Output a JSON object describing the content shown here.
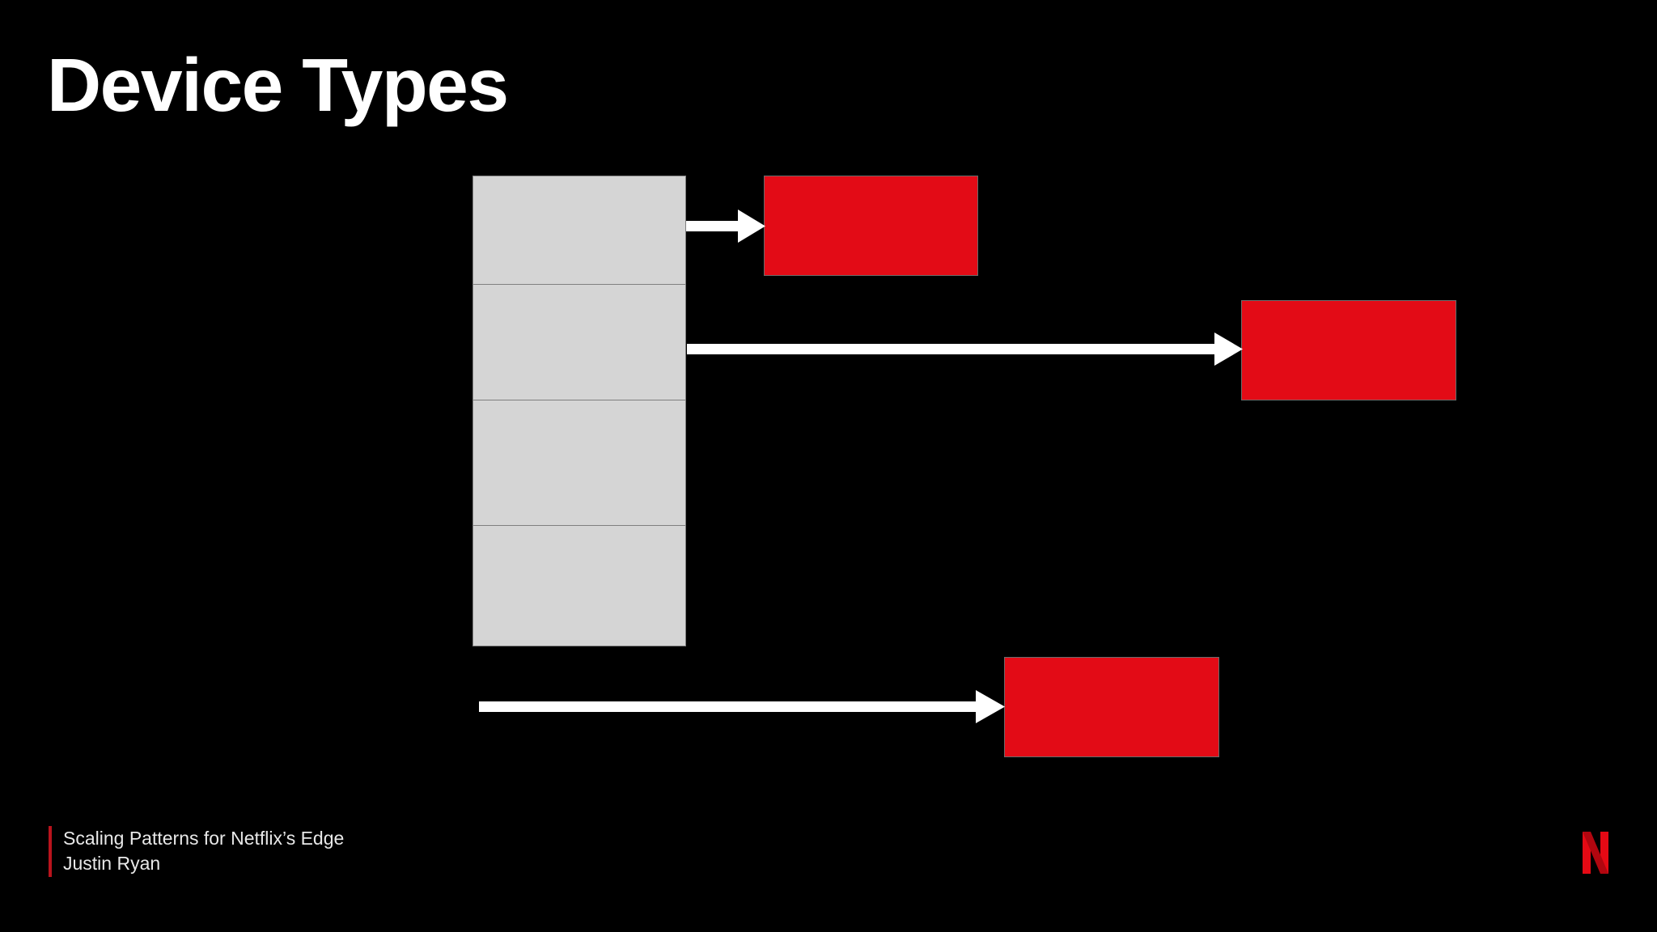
{
  "slide": {
    "title": "Device Types",
    "background_color": "#000000",
    "title_color": "#ffffff"
  },
  "diagram": {
    "stack": {
      "name": "device-stack",
      "fill_color": "#d5d5d5",
      "border_color": "#7f7f7f",
      "layers": [
        {
          "label": ""
        },
        {
          "label": ""
        },
        {
          "label": ""
        },
        {
          "label": ""
        }
      ]
    },
    "boxes": [
      {
        "id": "red-box-1",
        "label": "",
        "fill_color": "#e30b16"
      },
      {
        "id": "red-box-2",
        "label": "",
        "fill_color": "#e30b16"
      },
      {
        "id": "red-box-3",
        "label": "",
        "fill_color": "#e30b16"
      }
    ],
    "arrows": [
      {
        "id": "arrow-1",
        "label": "",
        "color": "#ffffff"
      },
      {
        "id": "arrow-2",
        "label": "",
        "color": "#ffffff"
      },
      {
        "id": "arrow-3",
        "label": "",
        "color": "#ffffff"
      }
    ]
  },
  "footer": {
    "accent_color": "#b9131c",
    "line1": "Scaling Patterns for Netflix’s Edge",
    "line2": "Justin Ryan"
  },
  "logo": {
    "name": "netflix-logo",
    "letter": "N",
    "color": "#e50914"
  }
}
